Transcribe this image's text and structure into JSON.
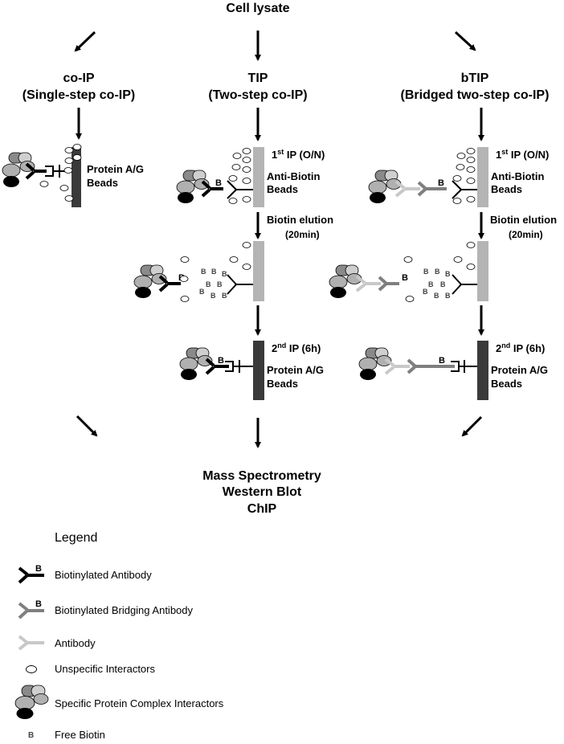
{
  "source": "Cell lysate",
  "methods": [
    {
      "name": "co-IP",
      "subtitle": "(Single-step co-IP)",
      "beads": "Protein A/G\nBeads"
    },
    {
      "name": "TIP",
      "subtitle": "(Two-step co-IP)",
      "first_ip": "1st IP (O/N)",
      "first_beads": "Anti-Biotin\nBeads",
      "elution": "Biotin elution",
      "elution_time": "(20min)",
      "second_ip": "2nd IP (6h)",
      "second_beads": "Protein A/G\nBeads"
    },
    {
      "name": "bTIP",
      "subtitle": "(Bridged two-step co-IP)",
      "first_ip": "1st IP (O/N)",
      "first_beads": "Anti-Biotin\nBeads",
      "elution": "Biotin elution",
      "elution_time": "(20min)",
      "second_ip": "2nd IP (6h)",
      "second_beads": "Protein A/G\nBeads"
    }
  ],
  "outputs": [
    "Mass Spectrometry",
    "Western Blot",
    "ChIP"
  ],
  "biotin_label": "B",
  "legend": {
    "title": "Legend",
    "items": [
      {
        "icon": "biotinylated-antibody-icon",
        "label": "Biotinylated Antibody"
      },
      {
        "icon": "biotinylated-bridging-antibody-icon",
        "label": "Biotinylated Bridging Antibody"
      },
      {
        "icon": "antibody-icon",
        "label": "Antibody"
      },
      {
        "icon": "unspecific-interactor-icon",
        "label": "Unspecific Interactors"
      },
      {
        "icon": "protein-complex-icon",
        "label": "Specific  Protein Complex Interactors"
      },
      {
        "icon": "free-biotin-icon",
        "label": "Free Biotin"
      }
    ]
  },
  "colors": {
    "biotinylated_antibody": "#000000",
    "bridging_antibody": "#7f7f7f",
    "antibody": "#c8c8c8",
    "protein_ag_beads": "#3a3a3a",
    "anti_biotin_beads": "#b4b4b4"
  }
}
